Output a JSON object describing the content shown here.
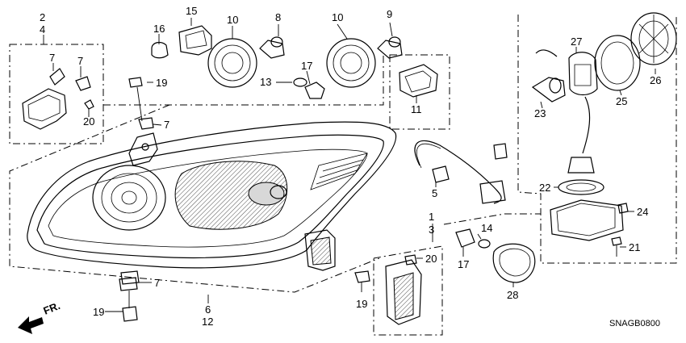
{
  "diagram": {
    "catalog_code": "SNAGB0800",
    "front_marker": "FR.",
    "callouts": {
      "p2": "2",
      "p4": "4",
      "p7a": "7",
      "p7b": "7",
      "p20a": "20",
      "p16": "16",
      "p15": "15",
      "p10a": "10",
      "p8": "8",
      "p10b": "10",
      "p9": "9",
      "p19a": "19",
      "p7c": "7",
      "p17a": "17",
      "p13": "13",
      "p11": "11",
      "p27": "27",
      "p26": "26",
      "p23": "23",
      "p25": "25",
      "p5": "5",
      "p22": "22",
      "p24": "24",
      "p21": "21",
      "p1": "1",
      "p3": "3",
      "p14": "14",
      "p20b": "20",
      "p17b": "17",
      "p28": "28",
      "p7d": "7",
      "p19b": "19",
      "p6": "6",
      "p12": "12",
      "p19c": "19"
    }
  }
}
